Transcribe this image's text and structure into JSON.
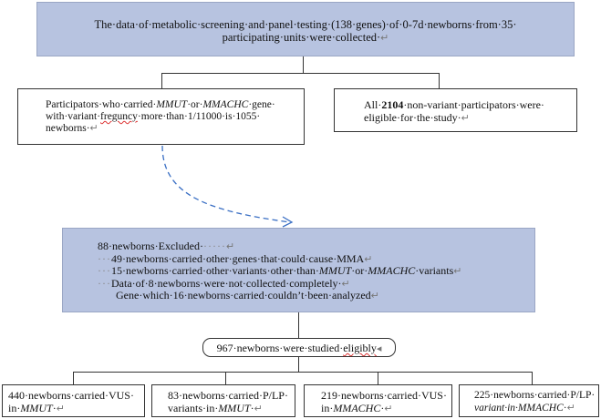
{
  "top_box": {
    "line1": "The·data·of·metabolic·screening·and·panel·testing·(138·genes)·of·0-7d·newborns·from·35·",
    "line2": "participating·units·were·collected·"
  },
  "left_box": {
    "line1_a": "Participators·who·carried·",
    "line1_gene1": "MMUT",
    "line1_b": "·or·",
    "line1_gene2": "MMACHC",
    "line1_c": "·gene·",
    "line2_a": "with·variant·",
    "line2_wavy": "freguncy",
    "line2_b": "·more·than·1/11000·is·1055·",
    "line3": "newborns·"
  },
  "right_box": {
    "line1_a": "All·",
    "line1_num": "2104",
    "line1_b": "·non-variant·participators·were·",
    "line2": "eligible·for·the·study·"
  },
  "excluded_box": {
    "title": "88·newborns·Excluded·",
    "title_dots": "·····",
    "item1": "49·newborns·carried·other·genes·that·could·cause·MMA",
    "item2_a": "15·newborns·carried·other·variants·other·than·",
    "item2_gene1": "MMUT",
    "item2_b": "·or·",
    "item2_gene2": "MMACHC",
    "item2_c": "·variants",
    "item3": "Data·of·8·newborns·were·not·collected·completely·",
    "item4": "Gene·which·16·newborns·carried·couldn’t·been·analyzed"
  },
  "studied_box": {
    "text_a": "967·newborns·were·studied·",
    "text_wavy": "eligibly"
  },
  "bottom_boxes": [
    {
      "line1": "440·newborns·carried·VUS·",
      "line2_a": "in·",
      "line2_gene": "MMUT",
      "line2_b": "·"
    },
    {
      "line1": "83·newborns·carried·P/LP·",
      "line2_a": "variants·in·",
      "line2_gene": "MMUT",
      "line2_b": "·"
    },
    {
      "line1": "219·newborns·carried·VUS·",
      "line2_a": "in·",
      "line2_gene": "MMACHC",
      "line2_b": "·"
    },
    {
      "line1": "225·newborns·carried·P/LP·",
      "line2_a": "variant·in·",
      "line2_gene": "MMACHC",
      "line2_b": "·"
    }
  ],
  "marks": {
    "return": "↵",
    "bullet_dots": "···"
  },
  "colors": {
    "box_fill": "#b7c3e0",
    "dashed_arrow": "#3a6fc4"
  }
}
